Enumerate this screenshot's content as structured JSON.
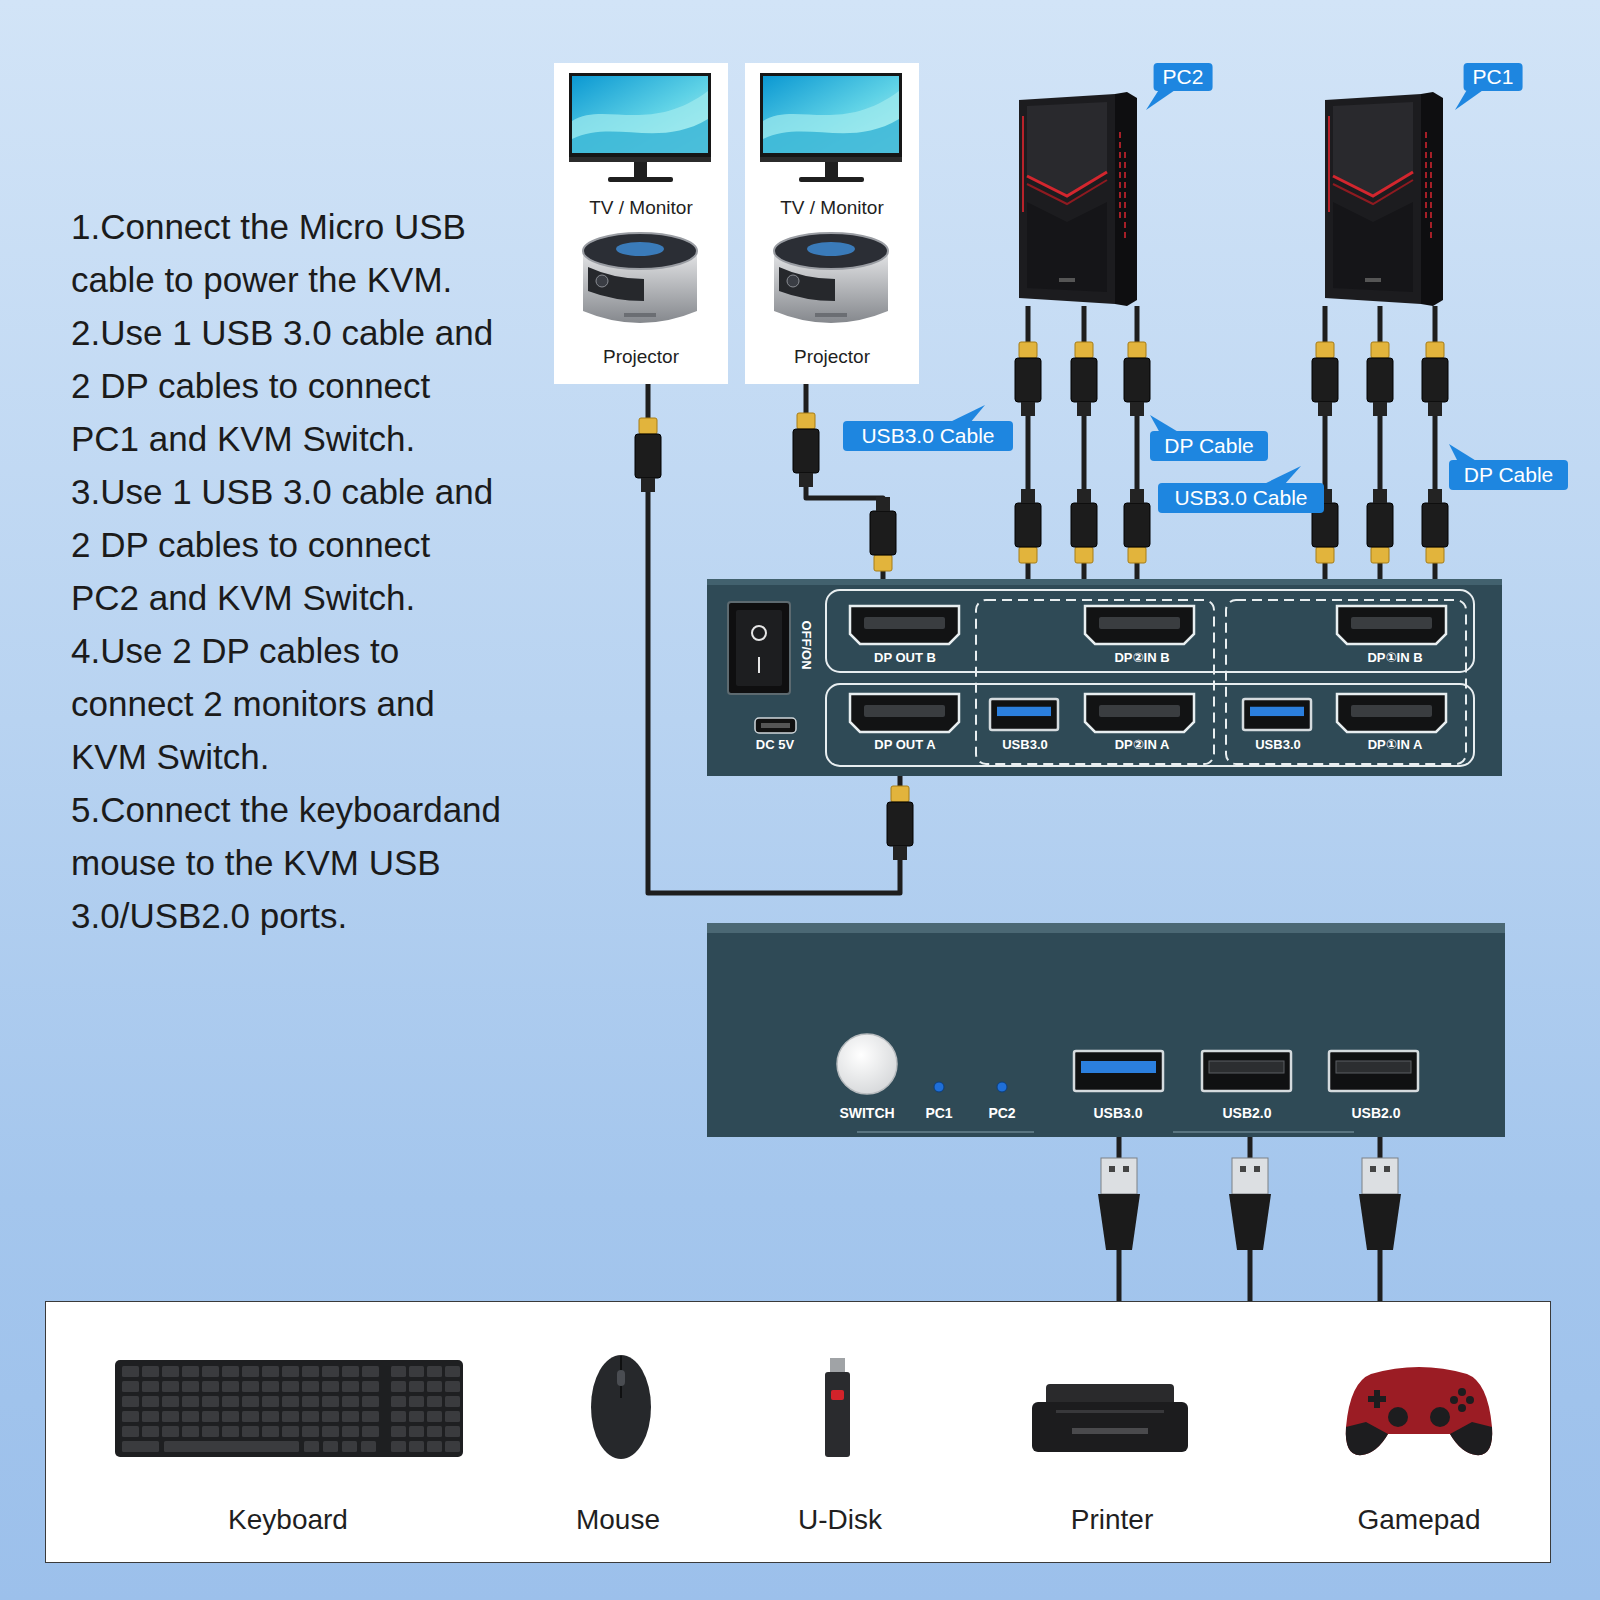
{
  "diagram": {
    "nodes": [
      {
        "text": [
          "TV / Monitor",
          "Projector"
        ]
      },
      {
        "text": [
          "TV / Monitor",
          "Projector"
        ]
      },
      {
        "text": [
          "PC2"
        ]
      },
      {
        "text": [
          "PC1"
        ]
      },
      {
        "text": [
          "OFF/ON",
          "DC 5V",
          "DP OUT B",
          "DP②IN B",
          "DP①IN B",
          "DP OUT A",
          "USB3.0",
          "DP②IN A",
          "USB3.0",
          "DP①IN A"
        ]
      },
      {
        "text": [
          "SWITCH",
          "PC1",
          "PC2",
          "USB3.0",
          "USB2.0",
          "USB2.0"
        ]
      },
      {
        "text": [
          "Keyboard",
          "Mouse",
          "U-Disk",
          "Printer",
          "Gamepad"
        ]
      }
    ],
    "edges": [
      {
        "from": 0,
        "to": 4,
        "arrow": "none"
      },
      {
        "from": 1,
        "to": 4,
        "arrow": "none"
      },
      {
        "from": 2,
        "to": 4,
        "arrow": "none"
      },
      {
        "from": 2,
        "to": 4,
        "arrow": "none"
      },
      {
        "from": 2,
        "to": 4,
        "arrow": "none"
      },
      {
        "from": 3,
        "to": 4,
        "arrow": "none"
      },
      {
        "from": 3,
        "to": 4,
        "arrow": "none"
      },
      {
        "from": 3,
        "to": 4,
        "arrow": "none"
      },
      {
        "from": 5,
        "to": 6,
        "arrow": "none"
      },
      {
        "from": 5,
        "to": 6,
        "arrow": "none"
      },
      {
        "from": 5,
        "to": 6,
        "arrow": "none"
      }
    ],
    "labels": [
      "1.Connect the Micro USB cable to power the KVM.",
      "2.Use 1 USB 3.0 cable and 2 DP cables to connect PC1 and KVM Switch.",
      "3.Use 1 USB 3.0 cable and 2 DP cables to connect PC2 and KVM Switch.",
      "4.Use 2 DP cables to connect 2 monitors and KVM Switch.",
      "5.Connect the keyboardand mouse to the KVM USB 3.0/USB2.0 ports.",
      "USB3.0 Cable",
      "DP Cable",
      "USB3.0 Cable",
      "DP Cable"
    ]
  }
}
